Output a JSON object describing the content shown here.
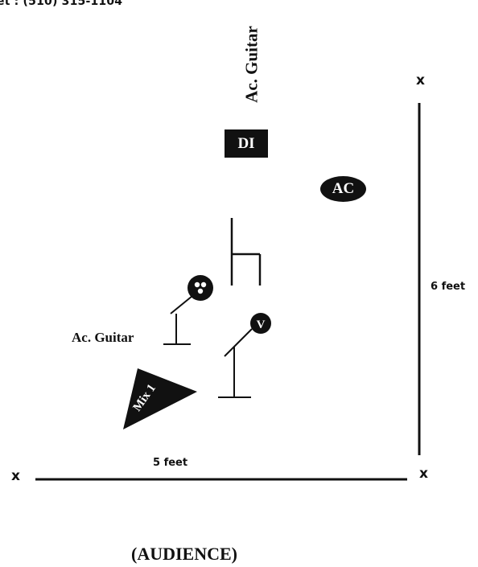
{
  "contact_text": "et : (510) 315-1104",
  "labels": {
    "ac_guitar_vertical": "Ac. Guitar",
    "di": "DI",
    "ac_amp": "AC",
    "ac_guitar_mic": "Ac. Guitar",
    "vocal_mic": "V",
    "monitor": "Mix 1",
    "width_dimension": "5 feet",
    "depth_dimension": "6 feet",
    "corner_marker": "x",
    "audience": "(AUDIENCE)"
  }
}
